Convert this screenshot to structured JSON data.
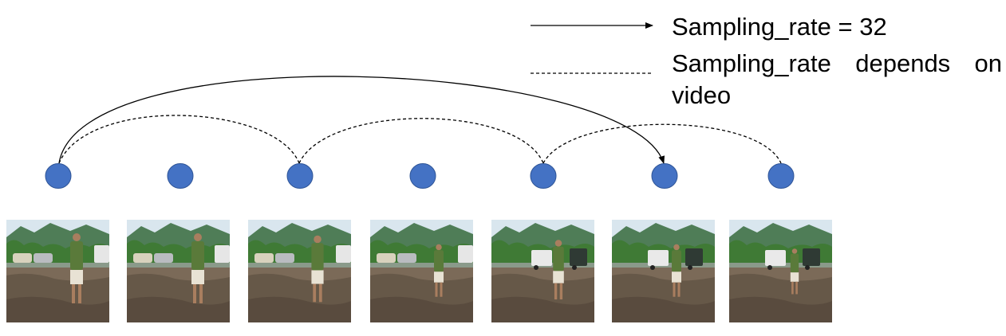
{
  "legend": {
    "solid_label": "Sampling_rate = 32",
    "dashed_label": "Sampling_rate depends on video"
  },
  "colors": {
    "node_fill": "#4472C4",
    "node_stroke": "#2F5597",
    "line": "#000000",
    "sky": "#d9e6ee",
    "mountain": "#4f7d57",
    "trees": "#3f7a35",
    "ground": "#7b6a58",
    "shadow": "#4e4236",
    "shirt": "#5a7a3a",
    "shorts": "#e8e2d4",
    "skin": "#a97e5f"
  },
  "nodes": [
    "frame-1",
    "frame-2",
    "frame-3",
    "frame-4",
    "frame-5",
    "frame-6",
    "frame-7"
  ],
  "frames": [
    {
      "scene": "person-near-cars"
    },
    {
      "scene": "person-walking"
    },
    {
      "scene": "person-walking-away"
    },
    {
      "scene": "person-far"
    },
    {
      "scene": "person-near-truck"
    },
    {
      "scene": "person-near-truck-far"
    },
    {
      "scene": "person-far-right"
    }
  ]
}
